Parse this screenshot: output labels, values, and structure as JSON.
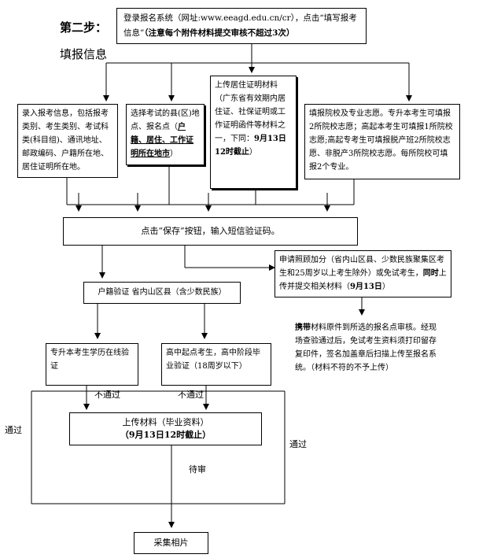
{
  "step": {
    "title": "第二步：",
    "subtitle": "填报信息"
  },
  "top_box": {
    "text": "登录报名系统（网址:www.eeagd.edu.cn/cr），点击“填写报考信息”",
    "note": "（注意每个附件材料提交审核不超过3次）"
  },
  "b1": {
    "text": "录入报考信息，包括报考类别、考生类别、考试科类(科目组)、通讯地址、邮政编码、户籍所在地、居住证明所在地。"
  },
  "b2": {
    "text1": "选择考试的县(区)地点、报名点（",
    "bold": "户籍、居住、工作证明所在地市",
    "text2": "）"
  },
  "b3": {
    "text": "上传居住证明材料（广东省有效期内居住证、社保证明或工作证明函件等材料之一，下同：",
    "bold": "9月13日12时截止",
    "text2": "）"
  },
  "b4": {
    "text": "填报院校及专业志愿。专升本考生可填报2所院校志愿；高起本考生可填报1所院校志愿;高起专考生可填报脱产班2所院校志愿、非脱产3所院校志愿。每所院校可填报2个专业。"
  },
  "save_box": {
    "text": "点击“保存”按钮，输入短信验证码。"
  },
  "special_box": {
    "text": "申请照顾加分（省内山区县、少数民族聚集区考生和25周岁以上考生除外）或免试考生，",
    "bold1": "同时",
    "text2": "上传并提交相关材料（",
    "bold2": "9月13日",
    "text3": "）"
  },
  "carry_box": {
    "bold": "携带",
    "text": "材料原件到所选的报名点审核。经现场查验通过后，免试考生资料须打印留存复印件，签名加盖章后扫描上传至报名系统。（材料不符的不予上传）"
  },
  "huji_box": {
    "text": "户籍验证  省内山区县（含少数民族）"
  },
  "zsb_box": {
    "text": "专升本考生学历在线验证"
  },
  "gq_box": {
    "text": "高中起点考生，高中阶段毕业验证（18周岁以下）"
  },
  "upload_box": {
    "title": "上传材料（毕业资料）",
    "deadline": "（9月13日12时截止）"
  },
  "photo_box": {
    "text": "采集相片"
  },
  "labels": {
    "fail1": "不通过",
    "fail2": "不通过",
    "pass_left": "通过",
    "pass_right": "通过",
    "pending": "待审"
  }
}
